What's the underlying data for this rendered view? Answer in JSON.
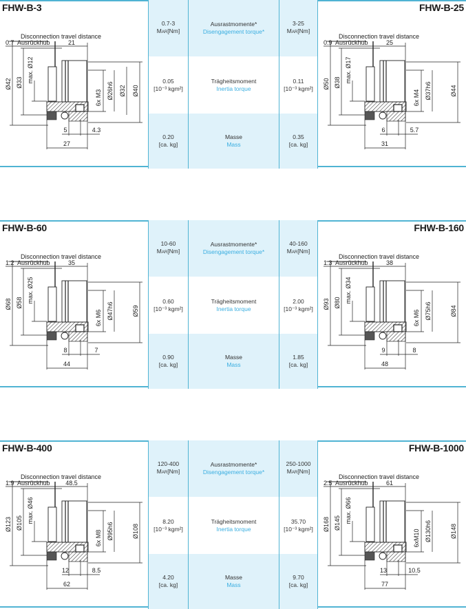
{
  "labels": {
    "disengagement_de": "Ausrastmomente*",
    "disengagement_en": "Disengagement torque*",
    "inertia_de": "Trägheitsmoment",
    "inertia_en": "Inertia torque",
    "mass_de": "Masse",
    "mass_en": "Mass",
    "torque_unit_prefix": "M",
    "torque_unit_sub": "AR",
    "torque_unit_suffix": "[Nm]",
    "inertia_unit": "[10⁻³ kgm²]",
    "mass_unit": "[ca. kg]",
    "travel_title": "Disconnection travel distance",
    "travel_de": "Ausrückhub"
  },
  "blocks": [
    {
      "left": {
        "name": "FHW-B-3",
        "torque": "0.7-3",
        "inertia": "0.05",
        "mass": "0.20",
        "dims": {
          "travel": "0.7",
          "len_top": "21",
          "d_outer": "Ø42",
          "d_mid": "Ø33",
          "bore": "max. Ø12",
          "fit": "Ø26h6",
          "d_flange": "Ø32",
          "d_right": "Ø40",
          "thread": "6x M3",
          "a": "5",
          "b": "4.3",
          "length": "27"
        }
      },
      "right": {
        "name": "FHW-B-25",
        "torque": "3-25",
        "inertia": "0.11",
        "mass": "0.35",
        "dims": {
          "travel": "0.9",
          "len_top": "25",
          "d_outer": "Ø50",
          "d_mid": "Ø38",
          "bore": "max. Ø17",
          "fit": "Ø37h6",
          "d_flange": "",
          "d_right": "Ø44",
          "thread": "6x M4",
          "a": "6",
          "b": "5.7",
          "length": "31"
        }
      }
    },
    {
      "left": {
        "name": "FHW-B-60",
        "torque": "10-60",
        "inertia": "0.60",
        "mass": "0.90",
        "dims": {
          "travel": "1.2",
          "len_top": "35",
          "d_outer": "Ø68",
          "d_mid": "Ø58",
          "bore": "max. Ø25",
          "fit": "Ø47h6",
          "d_flange": "",
          "d_right": "Ø59",
          "thread": "6x M6",
          "a": "8",
          "b": "7",
          "length": "44"
        }
      },
      "right": {
        "name": "FHW-B-160",
        "torque": "40-160",
        "inertia": "2.00",
        "mass": "1.85",
        "dims": {
          "travel": "1.3",
          "len_top": "38",
          "d_outer": "Ø93",
          "d_mid": "Ø80",
          "bore": "max. Ø34",
          "fit": "Ø75h6",
          "d_flange": "",
          "d_right": "Ø84",
          "thread": "6x M6",
          "a": "9",
          "b": "8",
          "length": "48"
        }
      }
    },
    {
      "left": {
        "name": "FHW-B-400",
        "torque": "120-400",
        "inertia": "8.20",
        "mass": "4.20",
        "dims": {
          "travel": "1.9",
          "len_top": "48.5",
          "d_outer": "Ø123",
          "d_mid": "Ø105",
          "bore": "max. Ø46",
          "fit": "Ø95h6",
          "d_flange": "",
          "d_right": "Ø108",
          "thread": "6x M8",
          "a": "12",
          "b": "8.5",
          "length": "62"
        }
      },
      "right": {
        "name": "FHW-B-1000",
        "torque": "250-1000",
        "inertia": "35.70",
        "mass": "9.70",
        "dims": {
          "travel": "2.5",
          "len_top": "61",
          "d_outer": "Ø168",
          "d_mid": "Ø145",
          "bore": "max. Ø66",
          "fit": "Ø130h6",
          "d_flange": "",
          "d_right": "Ø148",
          "thread": "6xM10",
          "a": "13",
          "b": "10.5",
          "length": "77"
        }
      }
    }
  ],
  "colors": {
    "accent": "#4fb3d3",
    "cell_blue": "#dff2fa",
    "english_text": "#3aaee0"
  }
}
